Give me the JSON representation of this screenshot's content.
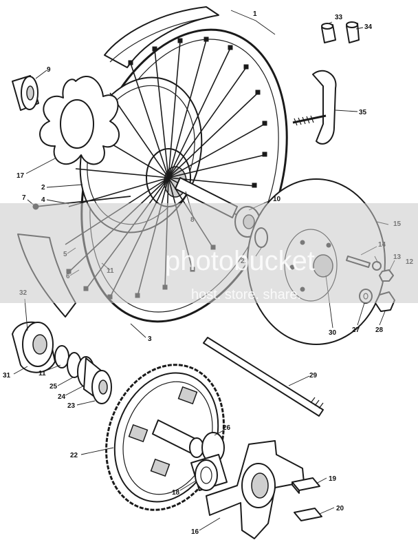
{
  "diagram": {
    "part_numbers": [
      "1",
      "2",
      "3",
      "4",
      "5",
      "6",
      "7",
      "8",
      "9",
      "10",
      "11",
      "12",
      "13",
      "14",
      "15",
      "16",
      "17",
      "18",
      "19",
      "20",
      "21",
      "22",
      "23",
      "24",
      "25",
      "26",
      "27",
      "28",
      "29",
      "30",
      "31",
      "32",
      "33",
      "34",
      "35"
    ]
  },
  "watermark": {
    "brand": "photobucket",
    "tagline": "host. store. share."
  },
  "colors": {
    "line": "#1a1a1a",
    "background": "#ffffff",
    "watermark_band": "#c9c9c9"
  }
}
